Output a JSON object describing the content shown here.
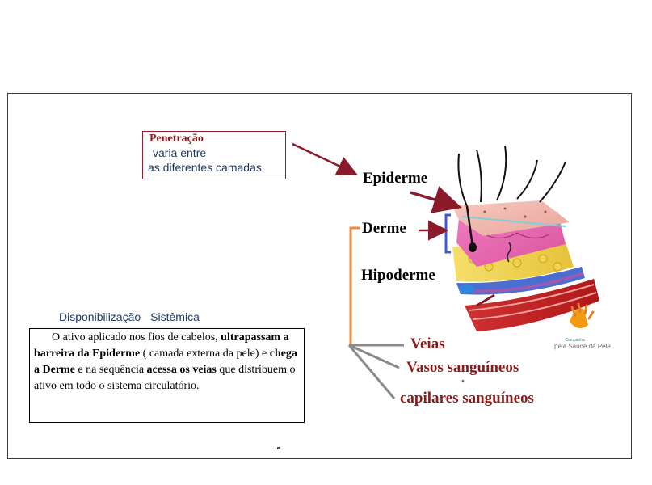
{
  "penetration": {
    "title": "Penetração",
    "line1": "varia entre",
    "line2": "as diferentes camadas"
  },
  "layers": {
    "epidermis": "Epiderme",
    "dermis": "Derme",
    "hypodermis": "Hipoderme"
  },
  "vessels": {
    "veins": "Veias",
    "blood_vessels": "Vasos sanguíneos",
    "capillaries": "capilares sanguíneos"
  },
  "availability": {
    "word1": "Disponibilização",
    "word2": "Sistêmica"
  },
  "description": {
    "p1": "O ativo  aplicado nos fios de cabelos,",
    "bold1": "ultrapassam a barreira da Epiderme",
    "p2": " ( camada externa da pele)  e  ",
    "bold2": "chega a Derme",
    "p3": " e na sequência  ",
    "bold3": "acessa os veias",
    "p4": "  que distribuem  o ativo em todo o sistema  circulatório."
  },
  "campaign": {
    "line1": "Campanha",
    "line2": "pela Saúde da Pele"
  },
  "colors": {
    "frame": "#7a2030",
    "arrow": "#8b1a2a",
    "bracket": "#f08a3c",
    "connector": "#8a8a8a",
    "highlight": "#3b5bd6"
  }
}
